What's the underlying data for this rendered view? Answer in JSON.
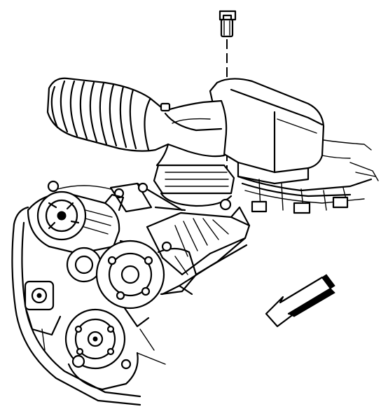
{
  "illustration": {
    "background_color": "#ffffff",
    "line_color": "#000000",
    "components": [
      "sensor-component",
      "air-intake-duct",
      "air-cleaner-housing",
      "throttle-body",
      "intake-manifold",
      "generator",
      "belt-tensioner",
      "power-steering-pump",
      "water-pump-pulley",
      "crankshaft-pulley",
      "drive-belt",
      "wiring-harness",
      "direction-arrow"
    ]
  }
}
